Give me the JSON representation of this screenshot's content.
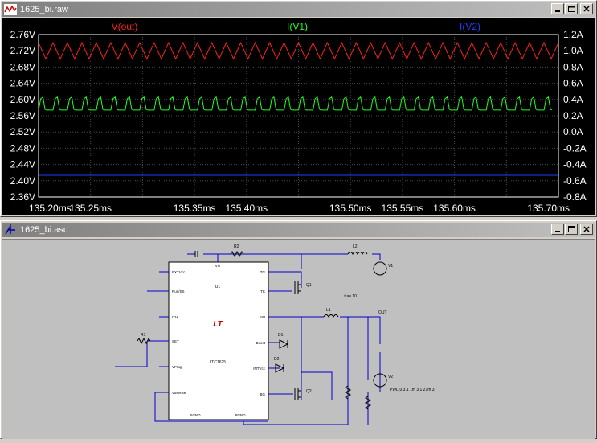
{
  "colors": {
    "vout": "#ff2020",
    "iv1": "#20ff20",
    "iv2": "#2040ff",
    "grid": "#4a4a4a",
    "axis": "#ffffff",
    "wire": "#0000cc"
  },
  "waveform_window": {
    "title": "1625_bi.raw",
    "traces": [
      {
        "name": "V(out)"
      },
      {
        "name": "I(V1)"
      },
      {
        "name": "I(V2)"
      }
    ],
    "left_axis": [
      "2.76V",
      "2.72V",
      "2.68V",
      "2.64V",
      "2.60V",
      "2.56V",
      "2.52V",
      "2.48V",
      "2.44V",
      "2.40V",
      "2.36V"
    ],
    "right_axis": [
      "1.2A",
      "1.0A",
      "0.8A",
      "0.6A",
      "0.4A",
      "0.2A",
      "0.0A",
      "-0.2A",
      "-0.4A",
      "-0.6A",
      "-0.8A"
    ],
    "x_axis": [
      "135.20ms",
      "135.25ms",
      "135.35ms",
      "135.40ms",
      "135.50ms",
      "135.55ms",
      "135.60ms",
      "135.70ms"
    ]
  },
  "schematic_window": {
    "title": "1625_bi.asc",
    "ic": {
      "ref": "U1",
      "part": "LTC1625",
      "logo": "LT"
    },
    "pins_left": [
      "EXTVcc",
      "Run/SS",
      "ITH",
      "SET",
      "VProg",
      "Vosense"
    ],
    "pins_right": [
      "TG",
      "TK",
      "SW",
      "Boost",
      "INTVcc",
      "BG"
    ],
    "pins_top": [
      "Vin"
    ],
    "pins_bottom": [
      "SGND",
      "PGND"
    ],
    "labels": {
      "d1": "D1",
      "d2": "D2",
      "l1": "L1",
      "l2": "L2",
      "r1": "R1",
      "r2": "R2",
      "q1": "Q1",
      "q2": "Q2",
      "out": "OUT",
      "v1": "V1",
      "v2": "V2",
      "tran": ".tran 10",
      "pwl": "PWL(0 3.1 1m 3.1 21m 3)"
    }
  }
}
